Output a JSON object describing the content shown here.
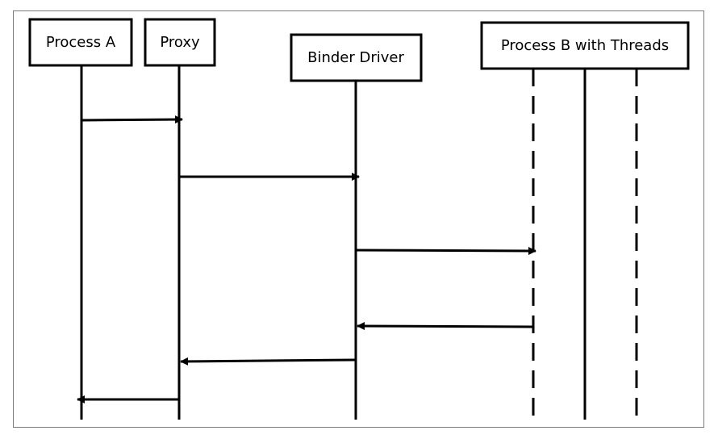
{
  "diagram": {
    "type": "sequence",
    "participants": [
      {
        "id": "process_a",
        "label": "Process A"
      },
      {
        "id": "proxy",
        "label": "Proxy"
      },
      {
        "id": "binder_driver",
        "label": "Binder Driver"
      },
      {
        "id": "process_b",
        "label": "Process B with Threads"
      }
    ],
    "messages": [
      {
        "from": "process_a",
        "to": "proxy",
        "label": ""
      },
      {
        "from": "proxy",
        "to": "binder_driver",
        "label": ""
      },
      {
        "from": "binder_driver",
        "to": "process_b",
        "label": ""
      },
      {
        "from": "process_b",
        "to": "binder_driver",
        "label": ""
      },
      {
        "from": "binder_driver",
        "to": "proxy",
        "label": ""
      },
      {
        "from": "proxy",
        "to": "process_a",
        "label": ""
      }
    ],
    "thread_lifelines": [
      "dashed",
      "solid",
      "dashed"
    ]
  },
  "colors": {
    "line": "#000000",
    "frame": "#7a7a7a",
    "box_fill": "#ffffff"
  }
}
